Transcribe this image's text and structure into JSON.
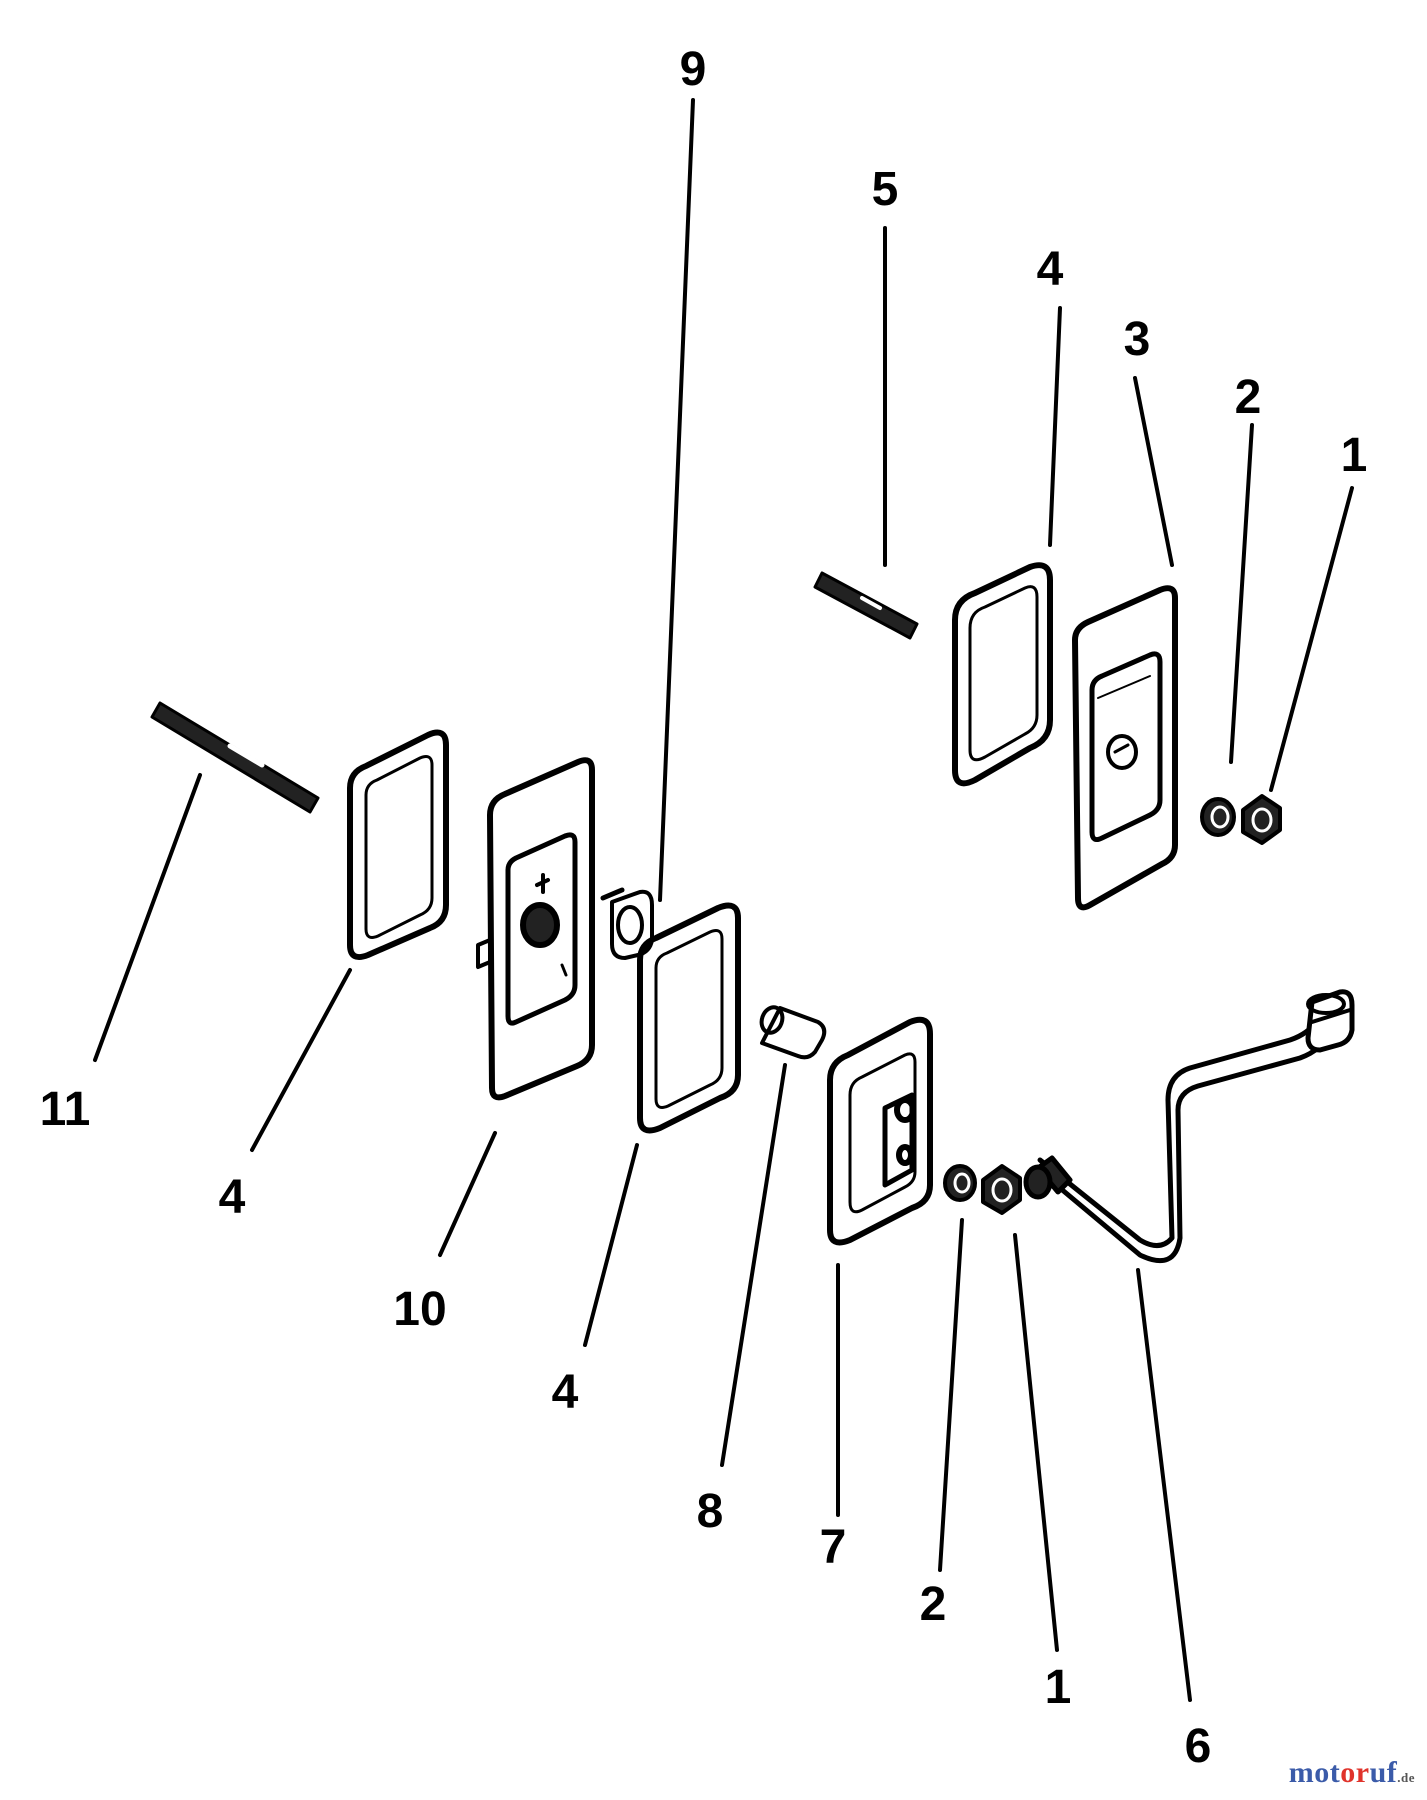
{
  "callouts": {
    "c9": "9",
    "c5": "5",
    "c4_top": "4",
    "c3": "3",
    "c2_top": "2",
    "c1_top": "1",
    "c11": "11",
    "c4_left": "4",
    "c10": "10",
    "c4_mid": "4",
    "c8": "8",
    "c7": "7",
    "c2_bottom": "2",
    "c1_bottom": "1",
    "c6": "6"
  },
  "watermark": {
    "prefix": "mot",
    "middle": "or",
    "suffix_word": "uf",
    "domain": ".de"
  },
  "colors": {
    "line": "#000000",
    "watermark_blue": "#3b5ba9",
    "watermark_red": "#e0332b"
  }
}
